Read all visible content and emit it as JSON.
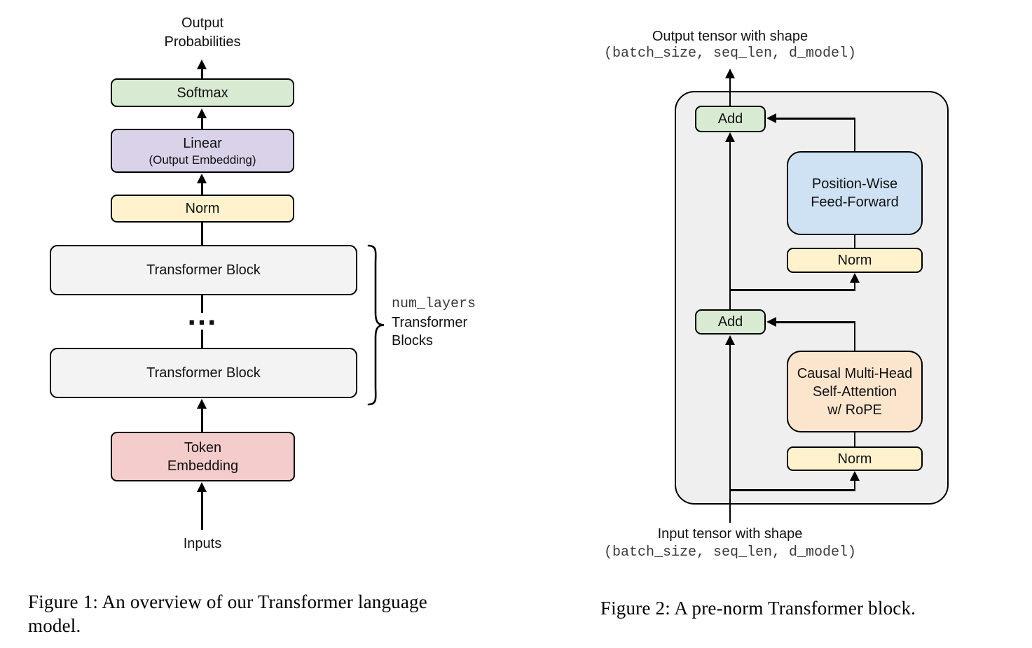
{
  "colors": {
    "green": "#d9ead3",
    "purple": "#d9d2e9",
    "yellow": "#fff2cc",
    "gray_block": "#f3f3f3",
    "pink": "#f4cccc",
    "blue": "#cfe2f3",
    "peach": "#fce5cd",
    "container": "#efefef",
    "line": "#000000"
  },
  "figure1": {
    "output_label_line1": "Output",
    "output_label_line2": "Probabilities",
    "softmax": "Softmax",
    "linear": "Linear",
    "linear_sub": "(Output Embedding)",
    "norm": "Norm",
    "transformer_block_top": "Transformer Block",
    "transformer_block_bottom": "Transformer Block",
    "ellipsis": "...",
    "token_line1": "Token",
    "token_line2": "Embedding",
    "inputs": "Inputs",
    "brace_mono": "num_layers",
    "brace_line2": "Transformer",
    "brace_line3": "Blocks",
    "caption_line1": "Figure 1: An overview of our Transformer language",
    "caption_line2": "model."
  },
  "figure2": {
    "output_label": "Output tensor with shape",
    "output_shape": "(batch_size, seq_len, d_model)",
    "add_top": "Add",
    "ff_line1": "Position-Wise",
    "ff_line2": "Feed-Forward",
    "norm_top": "Norm",
    "add_bottom": "Add",
    "attn_line1": "Causal Multi-Head",
    "attn_line2": "Self-Attention",
    "attn_line3": "w/ RoPE",
    "norm_bottom": "Norm",
    "input_label": "Input tensor with shape",
    "input_shape": "(batch_size, seq_len, d_model)",
    "caption": "Figure 2: A pre-norm Transformer block."
  }
}
